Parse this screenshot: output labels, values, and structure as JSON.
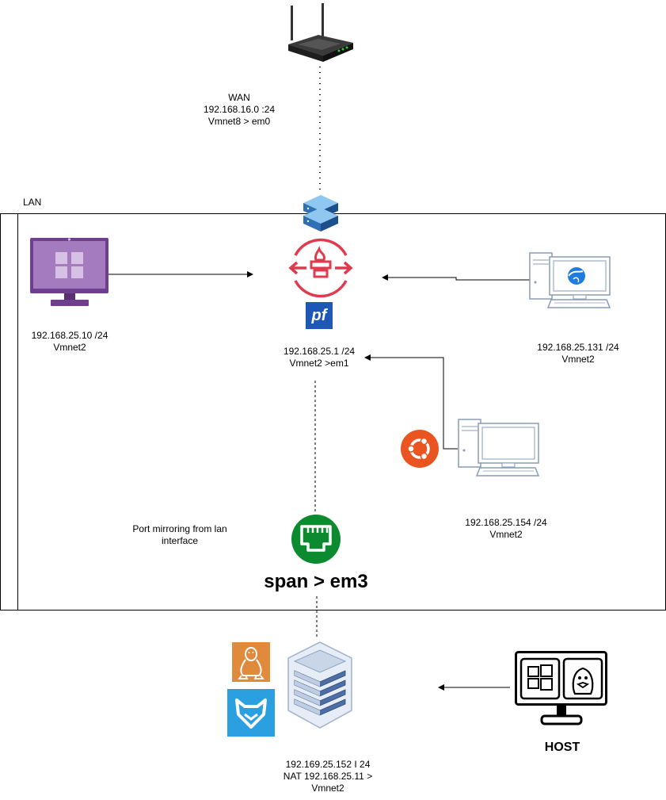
{
  "lan_label": "LAN",
  "wan": {
    "line1": "WAN",
    "line2": "192.168.16.0 :24",
    "line3": "Vmnet8 > em0"
  },
  "pfsense": {
    "line1": "192.168.25.1 /24",
    "line2": "Vmnet2 >em1",
    "logo_text": "pf"
  },
  "win_client": {
    "line1": "192.168.25.10 /24",
    "line2": "Vmnet2"
  },
  "kali_client": {
    "line1": "192.168.25.131 /24",
    "line2": "Vmnet2"
  },
  "ubuntu_client": {
    "line1": "192.168.25.154 /24",
    "line2": "Vmnet2"
  },
  "mirror": {
    "line1": "Port mirroring from lan",
    "line2": "interface"
  },
  "span_label": "span > em3",
  "server": {
    "line1": "192.169.25.152 I 24",
    "line2": "NAT 192.168.25.11  >",
    "line3": "Vmnet2"
  },
  "host_label": "HOST",
  "colors": {
    "firewall": "#e03a4e",
    "pf_blue": "#1e57b5",
    "win_purple": "#8c5aa8",
    "ubuntu_orange": "#e95420",
    "switch_green": "#0b8a2f",
    "linux_orange": "#e08a3c",
    "wazuh_blue": "#2ba0e0"
  },
  "icons": [
    "router-icon",
    "server-stack-icon",
    "firewall-icon",
    "pfsense-logo-icon",
    "windows-monitor-icon",
    "kali-desktop-icon",
    "ubuntu-logo-icon",
    "ubuntu-desktop-icon",
    "ethernet-port-icon",
    "linux-tux-icon",
    "wazuh-icon",
    "rack-server-icon",
    "host-monitor-icon"
  ]
}
